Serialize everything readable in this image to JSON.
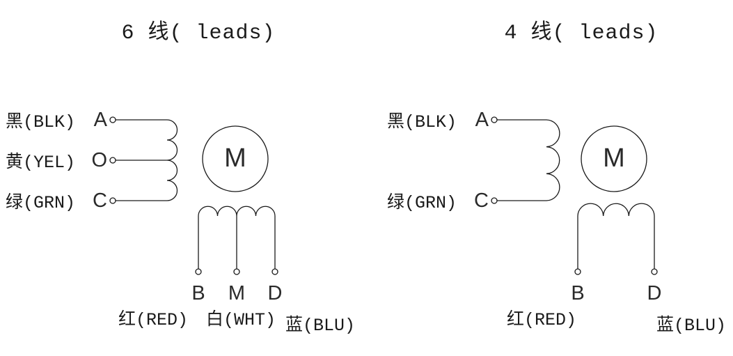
{
  "page": {
    "background": "#ffffff",
    "line_color": "#1a1a1a"
  },
  "diagram_6": {
    "title": "6 线( leads)",
    "motor_label": "M",
    "wires": [
      {
        "label": "黑(BLK)",
        "terminal": "A"
      },
      {
        "label": "黄(YEL)",
        "terminal": "O"
      },
      {
        "label": "绿(GRN)",
        "terminal": "C"
      }
    ],
    "bottom_terminals": [
      {
        "letter": "B",
        "label": "红(RED)"
      },
      {
        "letter": "M",
        "label": "白(WHT)"
      },
      {
        "letter": "D",
        "label": "蓝(BLU)"
      }
    ]
  },
  "diagram_4": {
    "title": "4 线( leads)",
    "motor_label": "M",
    "wires": [
      {
        "label": "黑(BLK)",
        "terminal": "A"
      },
      {
        "label": "绿(GRN)",
        "terminal": "C"
      }
    ],
    "bottom_terminals": [
      {
        "letter": "B",
        "label": "红(RED)"
      },
      {
        "letter": "D",
        "label": "蓝(BLU)"
      }
    ]
  }
}
